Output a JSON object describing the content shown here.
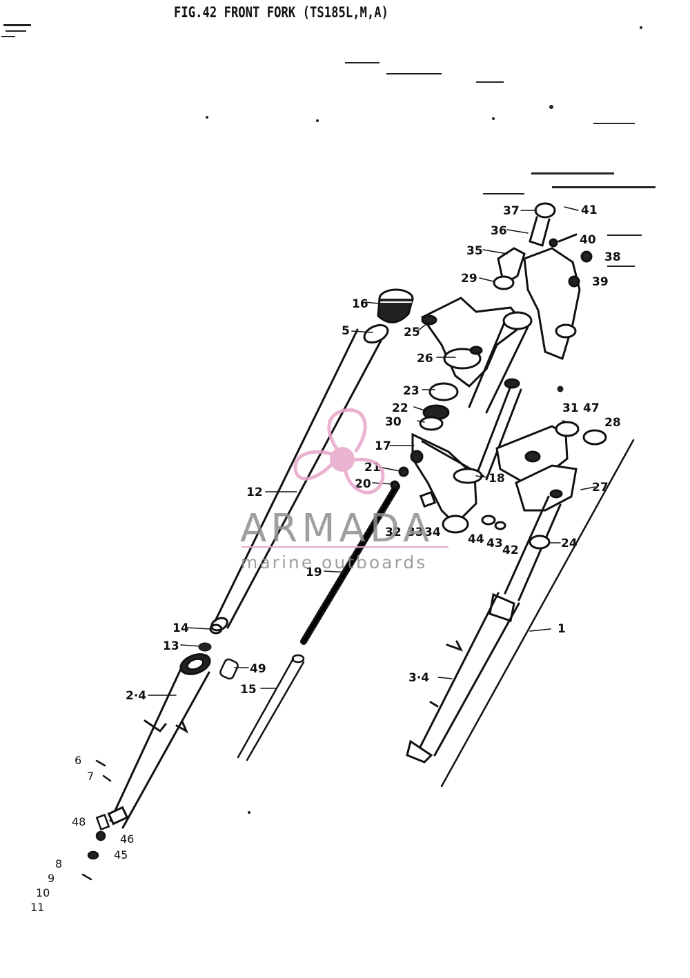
{
  "title": "FIG.42  FRONT FORK (TS185L,M,A)",
  "watermark": {
    "brand": "ARMADA",
    "tagline": "marine outboards",
    "logo_icon": "propeller-icon",
    "accent_color": "#e7a6c9"
  },
  "labels": {
    "l1": "1",
    "l2_4": "2·4",
    "l3_4": "3·4",
    "l5": "5",
    "l6": "6",
    "l7": "7",
    "l8": "8",
    "l9": "9",
    "l10": "10",
    "l11": "11",
    "l12": "12",
    "l13": "13",
    "l14": "14",
    "l15": "15",
    "l16": "16",
    "l17": "17",
    "l18": "18",
    "l19": "19",
    "l20": "20",
    "l21": "21",
    "l22": "22",
    "l23": "23",
    "l24": "24",
    "l25": "25",
    "l26": "26",
    "l27": "27",
    "l28": "28",
    "l29": "29",
    "l30": "30",
    "l31": "31",
    "l32": "32",
    "l33": "33",
    "l34": "34",
    "l35": "35",
    "l36": "36",
    "l37": "37",
    "l38": "38",
    "l39": "39",
    "l40": "40",
    "l41": "41",
    "l42": "42",
    "l43": "43",
    "l44": "44",
    "l45": "45",
    "l46": "46",
    "l47": "47",
    "l48": "48",
    "l49": "49"
  }
}
